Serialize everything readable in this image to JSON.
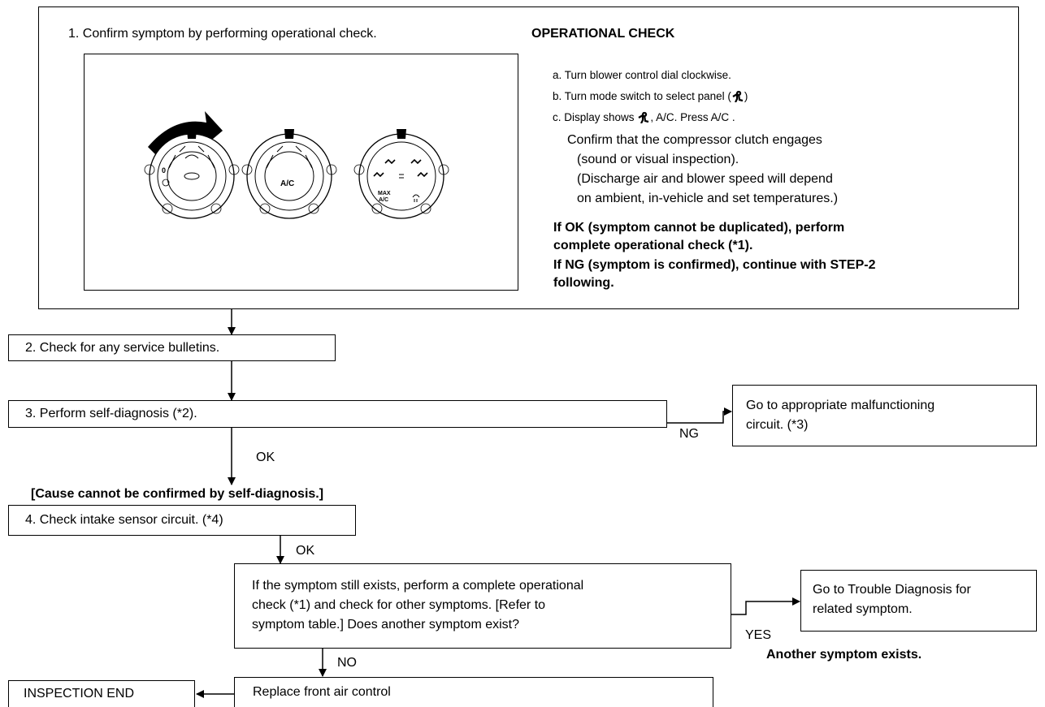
{
  "step1": {
    "text": "1. Confirm symptom by performing operational check.",
    "panel": {
      "dial2_label": "A/C",
      "dial1_left_label": "0",
      "dial3_max_label": "MAX",
      "dial3_ac_label": "A/C"
    }
  },
  "operational_check": {
    "title": "OPERATIONAL CHECK",
    "item_a": "a. Turn blower control dial clockwise.",
    "item_b": "b. Turn mode switch to select panel (",
    "item_b_end": ")",
    "item_c": "c. Display shows",
    "item_c_end": ", A/C. Press A/C .",
    "confirm_lines": [
      "Confirm that the compressor clutch engages",
      "(sound or visual inspection).",
      "(Discharge air and blower speed will depend",
      "on ambient, in-vehicle and set temperatures.)"
    ],
    "result_lines": [
      "If OK (symptom cannot be duplicated), perform",
      "complete operational check (*1).",
      "If NG (symptom is confirmed), continue with STEP-2",
      "following."
    ]
  },
  "step2": {
    "text": "2. Check for any service bulletins."
  },
  "step3": {
    "text": "3. Perform self-diagnosis (*2).",
    "ng_label": "NG",
    "ok_label": "OK"
  },
  "malfunction_lines": [
    "Go to appropriate malfunctioning",
    "circuit. (*3)"
  ],
  "cause_note": "[Cause cannot be confirmed by self-diagnosis.]",
  "step4": {
    "text": "4. Check intake sensor circuit. (*4)",
    "ok_label": "OK"
  },
  "symptom_question_lines": [
    "If the symptom still exists, perform a complete operational",
    "check (*1) and check for other symptoms. [Refer to",
    "symptom table.] Does another symptom exist?"
  ],
  "yes_label": "YES",
  "no_label": "NO",
  "trouble_lines": [
    "Go to Trouble Diagnosis for",
    "related symptom."
  ],
  "another_symptom": "Another symptom exists.",
  "inspection_end": "INSPECTION END",
  "replace_text": "Replace front air control",
  "colors": {
    "line": "#000000",
    "background": "#ffffff"
  }
}
